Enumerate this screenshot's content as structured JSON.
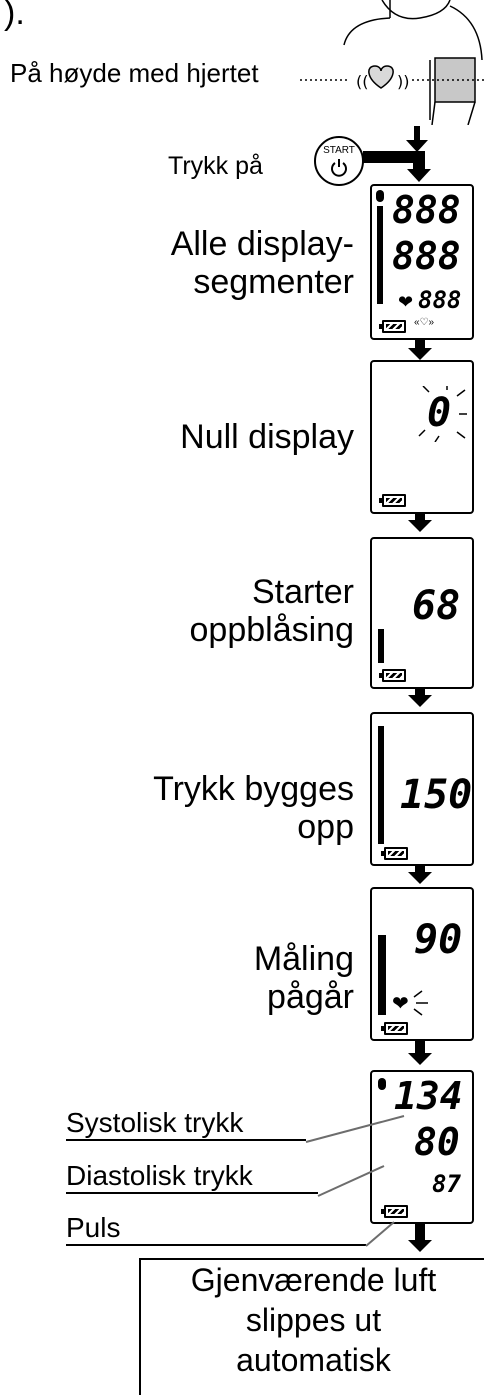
{
  "intro": {
    "stray_paren": ").",
    "heart_level_label": "På høyde med hjertet",
    "press_label": "Trykk på",
    "start_button_text": "START"
  },
  "steps": [
    {
      "label_line1": "Alle display-",
      "label_line2": "segmenter"
    },
    {
      "label_line1": "Null display",
      "label_line2": ""
    },
    {
      "label_line1": "Starter",
      "label_line2": "oppblåsing"
    },
    {
      "label_line1": "Trykk bygges",
      "label_line2": "opp"
    },
    {
      "label_line1": "Måling",
      "label_line2": "pågår"
    }
  ],
  "displays": {
    "all_segments": {
      "row1": "888",
      "row2": "888",
      "row3": "888"
    },
    "zero": {
      "value": "0"
    },
    "inflating": {
      "value": "68"
    },
    "building": {
      "value": "150"
    },
    "measuring": {
      "value": "90"
    },
    "result": {
      "systolic": "134",
      "diastolic": "80",
      "pulse": "87"
    }
  },
  "result_labels": {
    "systolic": "Systolisk trykk",
    "diastolic": "Diastolisk trykk",
    "pulse": "Puls"
  },
  "final_note": {
    "line1": "Gjenværende luft",
    "line2": "slippes ut",
    "line3": "automatisk"
  },
  "icons": [
    "bluetooth-icon",
    "heart-icon",
    "battery-icon",
    "start-button-icon",
    "arrow-down-icon"
  ]
}
